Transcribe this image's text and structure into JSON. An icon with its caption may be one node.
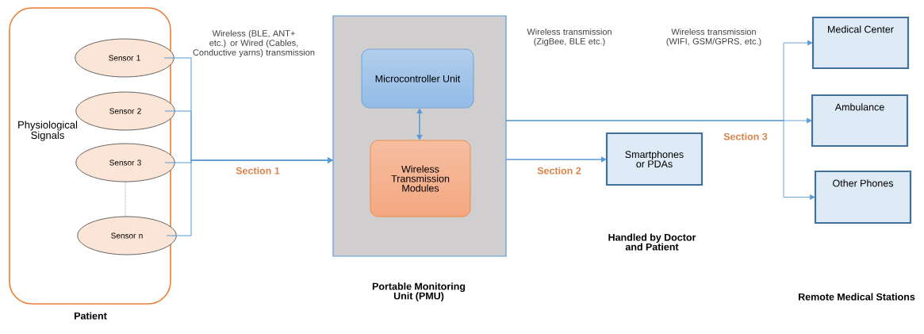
{
  "diagram": {
    "nodes": [
      {
        "text": [
          "Physiological Signals"
        ],
        "beside": [
          "Patient"
        ]
      },
      {
        "text": [
          "Sensor 1"
        ],
        "in": 0
      },
      {
        "text": [
          "Sensor 2"
        ],
        "in": 0
      },
      {
        "text": [
          "Sensor 3"
        ],
        "in": 0
      },
      {
        "text": [
          "Sensor n"
        ],
        "in": 0
      },
      {
        "text": [],
        "shape": "box",
        "beside": [
          "Portable Monitoring Unit (PMU)"
        ]
      },
      {
        "text": [
          "Microcontroller Unit"
        ],
        "in": 5
      },
      {
        "text": [
          "Wireless Transmission Modules"
        ],
        "in": 5
      },
      {
        "text": [
          "Smartphones or PDAs"
        ]
      },
      {
        "text": [
          "Medical Center"
        ]
      },
      {
        "text": [
          "Ambulance"
        ]
      },
      {
        "text": [
          "Other Phones"
        ]
      }
    ],
    "edges": [
      {
        "from": 1,
        "to": 5,
        "arrow": "to"
      },
      {
        "from": 2,
        "to": 5,
        "arrow": "to"
      },
      {
        "from": 3,
        "to": 5,
        "arrow": "to",
        "label": "Section 1"
      },
      {
        "from": 4,
        "to": 5,
        "arrow": "to"
      },
      {
        "from": 3,
        "to": 4,
        "arrow": "none",
        "style": "dashed",
        "color": "#404040"
      },
      {
        "from": 6,
        "to": 7,
        "arrow": "both"
      },
      {
        "from": 5,
        "to": 8,
        "arrow": "to",
        "label": "Section 2"
      },
      {
        "from": 5,
        "to": 9,
        "arrow": "to"
      },
      {
        "from": 5,
        "to": 10,
        "arrow": "to",
        "label": "Section 3"
      },
      {
        "from": 5,
        "to": 11,
        "arrow": "to"
      }
    ],
    "labels": [
      "Wireless (BLE, ANT+ etc.) or Wired (Cables, Conductive yarns) transmission",
      "Wireless transmission (ZigBee, BLE etc.)",
      "Wireless transmission (WIFI, GSM/GPRS, etc.)",
      "Handled by Doctor and Patient",
      "Remote Medical Stations"
    ]
  }
}
